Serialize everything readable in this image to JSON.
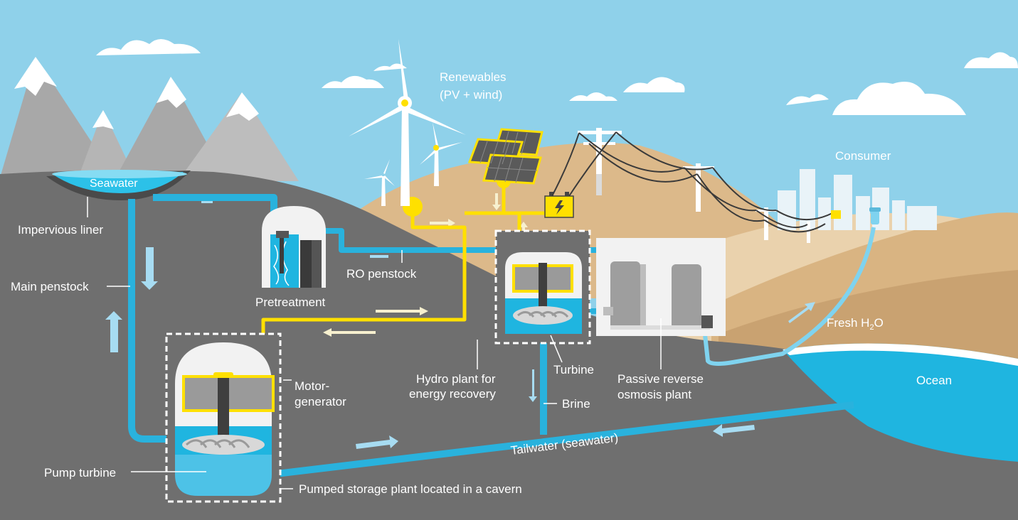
{
  "labels": {
    "seawater": "Seawater",
    "impervious_liner": "Impervious liner",
    "main_penstock": "Main penstock",
    "pretreatment": "Pretreatment",
    "ro_penstock": "RO penstock",
    "renewables_line1": "Renewables",
    "renewables_line2": "(PV + wind)",
    "consumer": "Consumer",
    "fresh_h2o_prefix": "Fresh H",
    "fresh_h2o_sub": "2",
    "fresh_h2o_suffix": "O",
    "ocean": "Ocean",
    "motor_generator_line1": "Motor-",
    "motor_generator_line2": "generator",
    "pump_turbine": "Pump turbine",
    "pumped_storage": "Pumped storage plant located in a cavern",
    "hydro_plant_line1": "Hydro plant for",
    "hydro_plant_line2": "energy recovery",
    "turbine": "Turbine",
    "brine": "Brine",
    "passive_ro_line1": "Passive reverse",
    "passive_ro_line2": "osmosis plant",
    "tailwater": "Tailwater (seawater)"
  },
  "colors": {
    "sky": "#8fd1ea",
    "ground": "#6f6f6f",
    "hill": "#d5b184",
    "water": "#1fb5e0",
    "pipe": "#29b2dd",
    "power_line": "#ffe000",
    "label": "#ffffff"
  }
}
